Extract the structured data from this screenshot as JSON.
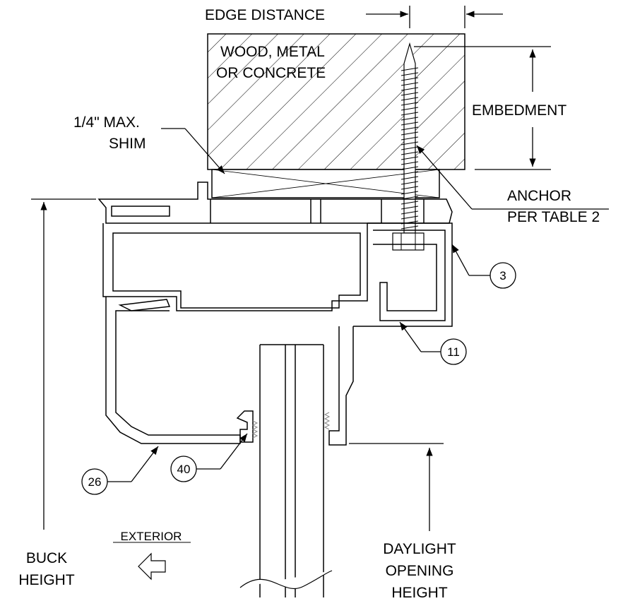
{
  "labels": {
    "edge_distance": "EDGE DISTANCE",
    "substrate_line1": "WOOD, METAL",
    "substrate_line2": "OR CONCRETE",
    "embedment": "EMBEDMENT",
    "shim_line1": "1/4\" MAX.",
    "shim_line2": "SHIM",
    "anchor_line1": "ANCHOR",
    "anchor_line2": "PER TABLE 2",
    "exterior": "EXTERIOR",
    "buck_line1": "BUCK",
    "buck_line2": "HEIGHT",
    "daylight_line1": "DAYLIGHT",
    "daylight_line2": "OPENING",
    "daylight_line3": "HEIGHT"
  },
  "callouts": {
    "c3": "3",
    "c11": "11",
    "c26": "26",
    "c40": "40"
  }
}
